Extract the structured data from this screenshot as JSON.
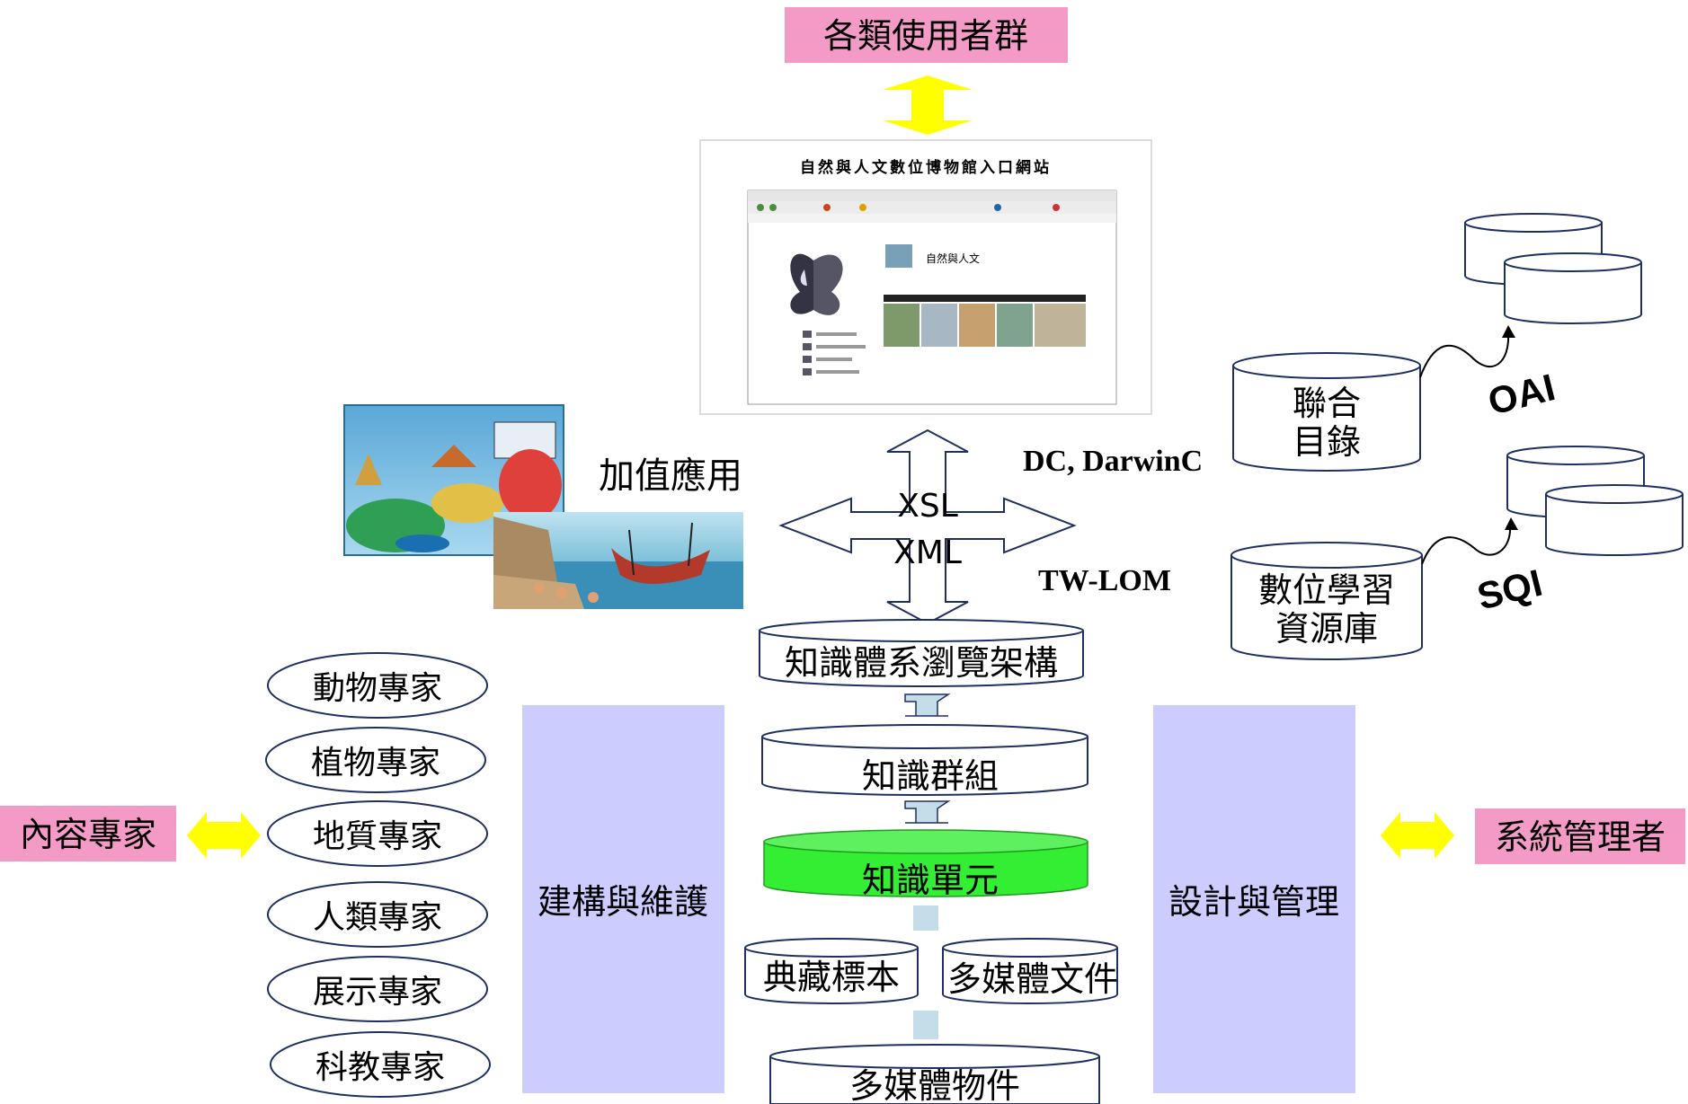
{
  "top_users": "各類使用者群",
  "portal": {
    "title": "自然與人文數位博物館入口網站",
    "logo_text": "自然與人文"
  },
  "value_added": "加值應用",
  "center_arrow": {
    "line1": "XSL",
    "line2": "XML"
  },
  "standards": {
    "dc": "DC, DarwinC",
    "twlom": "TW-LOM"
  },
  "union_catalog": {
    "line1": "聯合",
    "line2": "目錄"
  },
  "elearning_repo": {
    "line1": "數位學習",
    "line2": "資源庫"
  },
  "protocols": {
    "oai": "OAI",
    "sqi": "SQI"
  },
  "stack": {
    "browse": "知識體系瀏覽架構",
    "group": "知識群組",
    "unit": "知識單元",
    "specimen": "典藏標本",
    "mmdoc": "多媒體文件",
    "mmobject": "多媒體物件"
  },
  "experts": [
    "動物專家",
    "植物專家",
    "地質專家",
    "人類專家",
    "展示專家",
    "科教專家"
  ],
  "content_experts": "內容專家",
  "build_maintain": "建構與維護",
  "design_manage": "設計與管理",
  "sys_admin": "系統管理者",
  "colors": {
    "pink": "#f49ac7",
    "yellow": "#ffff00",
    "lavender": "#ccccff",
    "green": "#33ee33",
    "light_blue": "#c5dde8",
    "outline_blue": "#1e2f60"
  }
}
